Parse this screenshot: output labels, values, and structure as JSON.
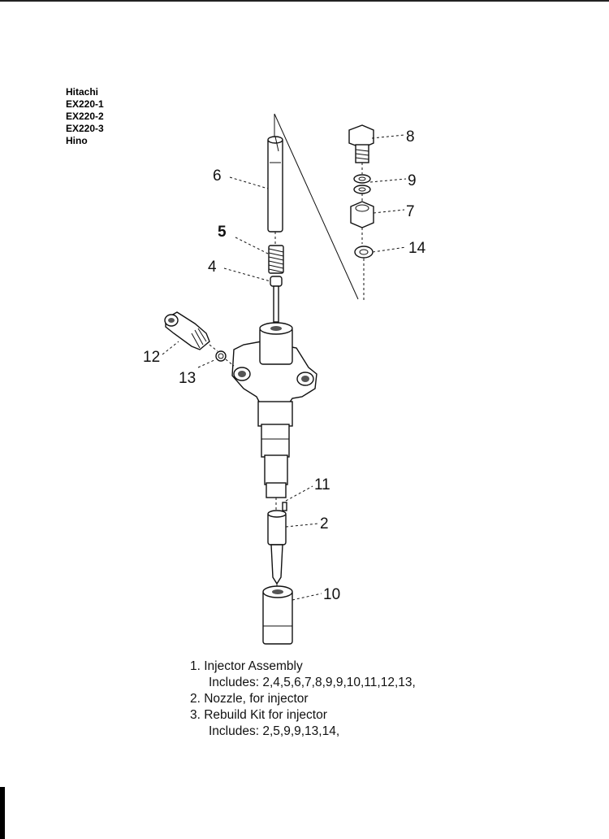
{
  "models": [
    "Hitachi",
    "EX220-1",
    "EX220-2",
    "EX220-3",
    "Hino"
  ],
  "callouts": {
    "c6": "6",
    "c5": "5",
    "c4": "4",
    "c8": "8",
    "c9": "9",
    "c7": "7",
    "c14": "14",
    "c12": "12",
    "c13": "13",
    "c11": "11",
    "c2": "2",
    "c10": "10"
  },
  "parts_list": [
    {
      "text": "1. Injector Assembly",
      "sub": false
    },
    {
      "text": "Includes: 2,4,5,6,7,8,9,9,10,11,12,13,",
      "sub": true
    },
    {
      "text": "2. Nozzle, for injector",
      "sub": false
    },
    {
      "text": "3. Rebuild Kit for injector",
      "sub": false
    },
    {
      "text": "Includes: 2,5,9,9,13,14,",
      "sub": true
    }
  ]
}
